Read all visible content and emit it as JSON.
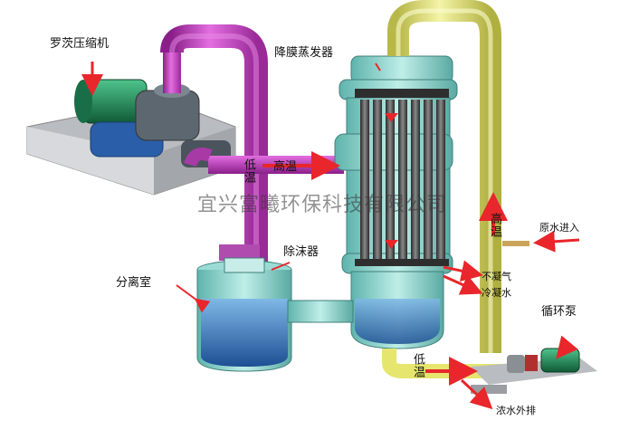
{
  "labels": {
    "compressor": "罗茨压缩机",
    "evaporator": "降膜蒸发器",
    "high_temp_pipe": "高温",
    "low_temp_pipe": "低温",
    "demister": "除沫器",
    "separator": "分离室",
    "raw_water_in": "原水进入",
    "high_temp_right": "高温",
    "non_condensable_gas": "不凝气",
    "condensate": "冷凝水",
    "circulation_pump": "循环泵",
    "low_temp_bottom": "低温",
    "concentrate_out": "浓水外排"
  },
  "watermark": "宜兴富曦环保科技有限公司",
  "colors": {
    "magenta_pipe": "#c934c4",
    "yellow_pipe": "#e6e66e",
    "vessel_teal": "#8fd6cf",
    "water_blue": "#2f6fb5",
    "arrow_red": "#e8262b",
    "motor_green": "#1f8a5a"
  }
}
